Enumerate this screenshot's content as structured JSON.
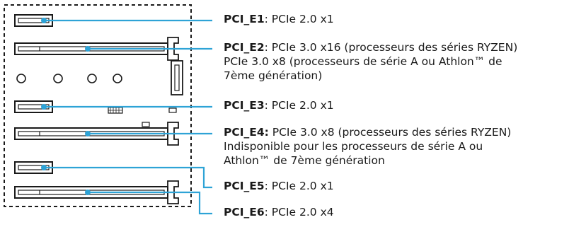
{
  "colors": {
    "callout": "#2ea3d6",
    "outline": "#1a1a1a",
    "text": "#1a1a1a"
  },
  "slots": [
    {
      "id": "PCI_E1",
      "name": "PCI_E1",
      "lines": [
        ": PCIe 2.0 x1"
      ],
      "form": "short",
      "name_bold_colon": false
    },
    {
      "id": "PCI_E2",
      "name": "PCI_E2",
      "lines": [
        ": PCIe 3.0 x16 (processeurs des séries RYZEN)",
        "PCIe 3.0 x8 (processeurs de série A ou Athlon™ de",
        "7ème génération)"
      ],
      "form": "long",
      "name_bold_colon": false
    },
    {
      "id": "PCI_E3",
      "name": "PCI_E3",
      "lines": [
        ": PCIe 2.0 x1"
      ],
      "form": "short",
      "name_bold_colon": false
    },
    {
      "id": "PCI_E4",
      "name": "PCI_E4:",
      "lines": [
        " PCIe 3.0 x8 (processeurs des séries RYZEN)",
        "Indisponible pour les processeurs de série A ou",
        "Athlon™ de 7ème génération"
      ],
      "form": "long",
      "name_bold_colon": true
    },
    {
      "id": "PCI_E5",
      "name": "PCI_E5",
      "lines": [
        ": PCIe 2.0 x1"
      ],
      "form": "short",
      "name_bold_colon": false
    },
    {
      "id": "PCI_E6",
      "name": "PCI_E6",
      "lines": [
        ": PCIe 2.0 x4"
      ],
      "form": "long",
      "name_bold_colon": false
    }
  ]
}
